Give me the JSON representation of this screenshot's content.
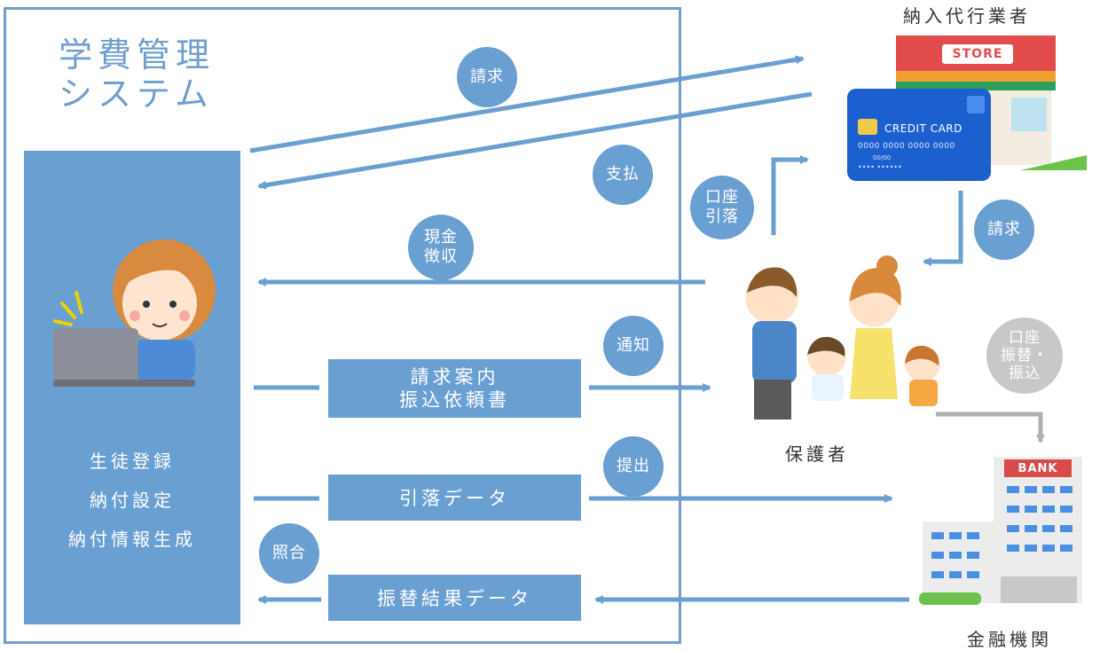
{
  "system": {
    "title": "学費管理\nシステム"
  },
  "panel": {
    "items": [
      "生徒登録",
      "納付設定",
      "納付情報生成"
    ]
  },
  "flows": {
    "invoice_box": "請求案内\n振込依頼書",
    "debit_box": "引落データ",
    "result_box": "振替結果データ"
  },
  "badges": {
    "request_top": "請求",
    "payment": "支払",
    "cash": "現金\n徴収",
    "account_debit": "口座\n引落",
    "request_right": "請求",
    "notify": "通知",
    "submit": "提出",
    "transfer": "口座\n振替・\n振込",
    "match": "照合"
  },
  "entities": {
    "agent": "納入代行業者",
    "guardian": "保護者",
    "bank": "金融機関",
    "store_sign": "STORE",
    "card_label": "CREDIT CARD",
    "card_number": "0000 0000 0000 0000",
    "card_expiry": "00/00",
    "card_name": "•••• ••••••",
    "bank_sign": "BANK"
  },
  "colors": {
    "accent": "#6a9fd2",
    "gray": "#c8c8c8",
    "panel": "#6a9fd2"
  }
}
